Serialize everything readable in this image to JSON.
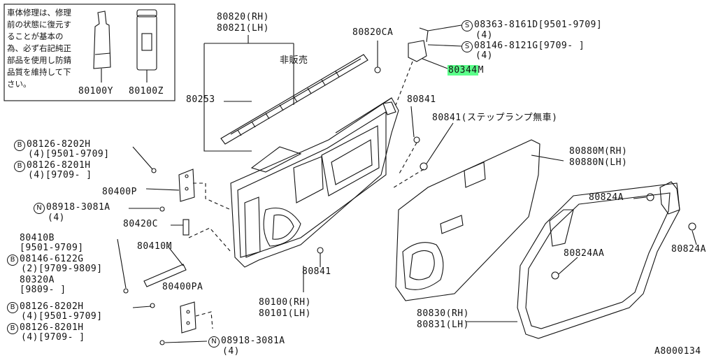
{
  "note": {
    "text": "車体修理は、修理前の状態に復元することが基本の為、必ず右記純正部品を使用し防錆品質を維持して下さい。"
  },
  "diagram_id": "A8000134",
  "symbols": {
    "s": "S",
    "b": "B",
    "n": "N"
  },
  "labels": {
    "p80100y": "80100Y",
    "p80100z": "80100Z",
    "p80820": "80820(RH)",
    "p80821": "80821(LH)",
    "hihanbai": "非販売",
    "p80253": "80253",
    "p80820ca": "80820CA",
    "bolt_s1": "08363-8161D[9501-9709]",
    "bolt_s1_qty": "(4)",
    "bolt_s2": "08146-8121G[9709-    ]",
    "bolt_s2_qty": "(4)",
    "p80344_num": "80344",
    "p80344_suf": "M",
    "p80841_a": "80841",
    "p80841_b": "80841(ステップランプ無車)",
    "p80880m": "80880M(RH)",
    "p80880n": "80880N(LH)",
    "p80824a_1": "80824A",
    "p80824a_2": "80824A",
    "p80824aa": "80824AA",
    "p80830": "80830(RH)",
    "p80831": "80831(LH)",
    "p80100rh": "80100(RH)",
    "p80101lh": "80101(LH)",
    "p80841_c": "80841",
    "b1": "08126-8202H",
    "b1_qty": "(4)[9501-9709]",
    "b2": "08126-8201H",
    "b2_qty": "(4)[9709-    ]",
    "p80400p": "80400P",
    "n1": "08918-3081A",
    "n1_qty": "(4)",
    "p80420c": "80420C",
    "p80410b": "80410B",
    "p80410b_rng": "[9501-9709]",
    "p80410m": "80410M",
    "b3": "08146-6122G",
    "b3_qty": "(2)[9709-9809]",
    "p80320a": "80320A",
    "p80320a_rng": "[9809-    ]",
    "p80400pa": "80400PA",
    "b4": "08126-8202H",
    "b4_qty": "(4)[9501-9709]",
    "b5": "08126-8201H",
    "b5_qty": "(4)[9709-    ]",
    "n2": "08918-3081A",
    "n2_qty": "(4)"
  }
}
